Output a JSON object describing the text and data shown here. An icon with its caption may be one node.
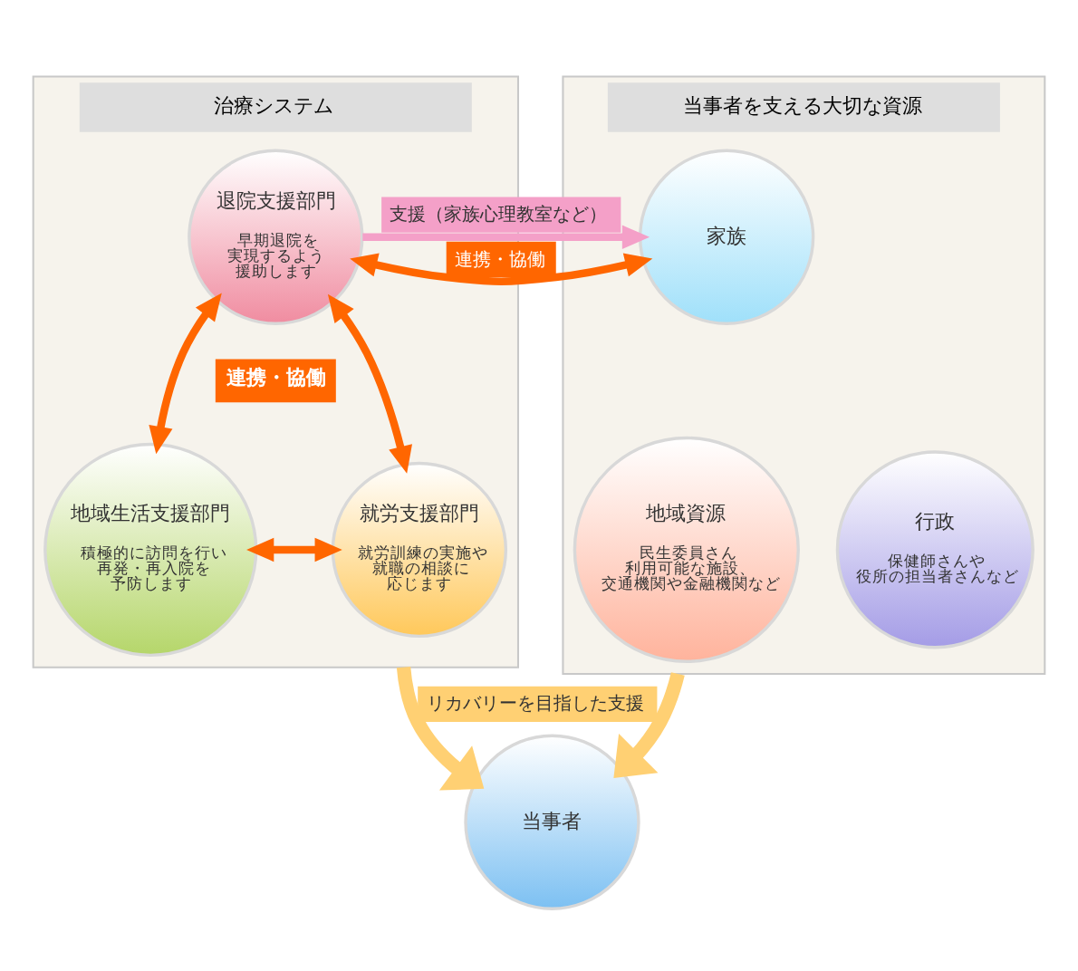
{
  "diagram": {
    "nodes": [
      {
        "text": [
          "治療システム"
        ]
      },
      {
        "text": [
          "退院支援部門",
          "早期退院を実現するよう援助します"
        ],
        "in": 0
      },
      {
        "text": [
          "地域生活支援部門",
          "積極的に訪問を行い再発・再入院を予防します"
        ],
        "in": 0
      },
      {
        "text": [
          "就労支援部門",
          "就労訓練の実施や就職の相談に応じます"
        ],
        "in": 0
      },
      {
        "text": [
          "当事者を支える大切な資源"
        ]
      },
      {
        "text": [
          "家族"
        ],
        "in": 4
      },
      {
        "text": [
          "地域資源",
          "民生委員さん利用可能な施設、交通機関や金融機関など"
        ],
        "in": 4
      },
      {
        "text": [
          "行政",
          "保健師さんや役所の担当者さんなど"
        ],
        "in": 4
      },
      {
        "text": [
          "当事者"
        ]
      }
    ],
    "edges": [
      {
        "from": 1,
        "to": 2,
        "arrow": "both"
      },
      {
        "from": 1,
        "to": 3,
        "arrow": "both"
      },
      {
        "from": 2,
        "to": 3,
        "arrow": "both"
      },
      {
        "from": 1,
        "to": 5,
        "arrow": "to",
        "label": "支援（家族心理教室など）",
        "color": "#f4a0c8"
      },
      {
        "from": 1,
        "to": 5,
        "arrow": "both",
        "label": "連携・協働"
      },
      {
        "from": 0,
        "to": 8,
        "arrow": "to",
        "label": "リカバリーを目指した支援",
        "style": "thick",
        "color": "#ffd073"
      },
      {
        "from": 4,
        "to": 8,
        "arrow": "to",
        "style": "thick",
        "color": "#ffd073"
      }
    ],
    "labels": [
      "連携・協働"
    ]
  }
}
